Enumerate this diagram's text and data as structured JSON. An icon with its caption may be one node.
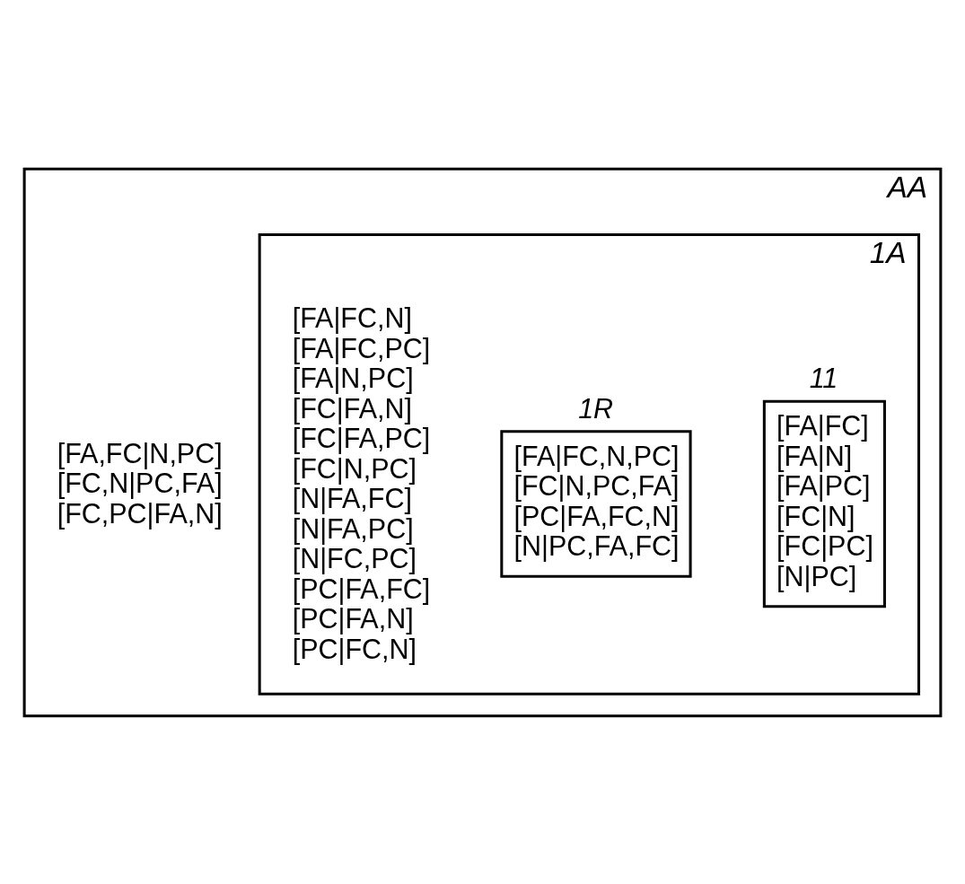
{
  "diagram": {
    "nodes": [
      {
        "text": [
          "AA",
          "[FA,FC|N,PC]",
          "[FC,N|PC,FA]",
          "[FC,PC|FA,N]"
        ]
      },
      {
        "text": [
          "1A",
          "[FA|FC,N]",
          "[FA|FC,PC]",
          "[FA|N,PC]",
          "[FC|FA,N]",
          "[FC|FA,PC]",
          "[FC|N,PC]",
          "[N|FA,FC]",
          "[N|FA,PC]",
          "[N|FC,PC]",
          "[PC|FA,FC]",
          "[PC|FA,N]",
          "[PC|FC,N]"
        ],
        "in": 0
      },
      {
        "text": [
          "11",
          "[FA|FC]",
          "[FA|N]",
          "[FA|PC]",
          "[FC|N]",
          "[FC|PC]",
          "[N|PC]"
        ],
        "in": 1
      },
      {
        "text": [
          "1R",
          "[FA|FC,N,PC]",
          "[FC|N,PC,FA]",
          "[PC|FA,FC,N]",
          "[N|PC,FA,FC]"
        ],
        "in": 1
      }
    ]
  }
}
